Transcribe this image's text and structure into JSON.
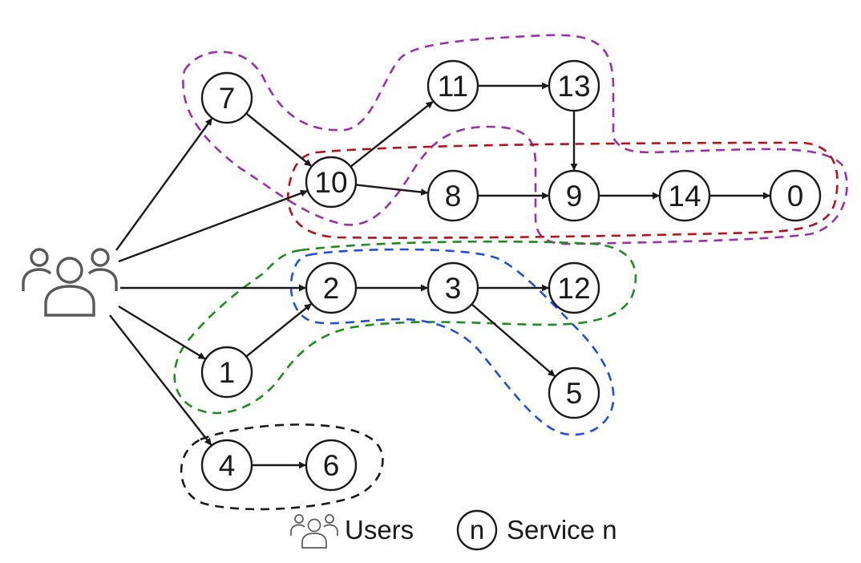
{
  "nodes": [
    {
      "id": "7",
      "label": "7"
    },
    {
      "id": "10",
      "label": "10"
    },
    {
      "id": "11",
      "label": "11"
    },
    {
      "id": "13",
      "label": "13"
    },
    {
      "id": "8",
      "label": "8"
    },
    {
      "id": "9",
      "label": "9"
    },
    {
      "id": "14",
      "label": "14"
    },
    {
      "id": "0",
      "label": "0"
    },
    {
      "id": "2",
      "label": "2"
    },
    {
      "id": "3",
      "label": "3"
    },
    {
      "id": "12",
      "label": "12"
    },
    {
      "id": "1",
      "label": "1"
    },
    {
      "id": "5",
      "label": "5"
    },
    {
      "id": "4",
      "label": "4"
    },
    {
      "id": "6",
      "label": "6"
    }
  ],
  "edges": [
    {
      "from": "users",
      "to": "7"
    },
    {
      "from": "users",
      "to": "10"
    },
    {
      "from": "users",
      "to": "2"
    },
    {
      "from": "users",
      "to": "1"
    },
    {
      "from": "users",
      "to": "4"
    },
    {
      "from": "7",
      "to": "10"
    },
    {
      "from": "10",
      "to": "11"
    },
    {
      "from": "10",
      "to": "8"
    },
    {
      "from": "11",
      "to": "13"
    },
    {
      "from": "13",
      "to": "9"
    },
    {
      "from": "8",
      "to": "9"
    },
    {
      "from": "9",
      "to": "14"
    },
    {
      "from": "14",
      "to": "0"
    },
    {
      "from": "1",
      "to": "2"
    },
    {
      "from": "2",
      "to": "3"
    },
    {
      "from": "3",
      "to": "12"
    },
    {
      "from": "3",
      "to": "5"
    },
    {
      "from": "4",
      "to": "6"
    }
  ],
  "groups": [
    {
      "id": "purple",
      "color": "#9b2fae"
    },
    {
      "id": "red",
      "color": "#b5121b"
    },
    {
      "id": "green",
      "color": "#1e8c1e"
    },
    {
      "id": "blue",
      "color": "#1f4fe0"
    },
    {
      "id": "black",
      "color": "#1a1a1a"
    }
  ],
  "legend": {
    "users_label": "Users",
    "service_symbol": "n",
    "service_label": "Service n"
  }
}
